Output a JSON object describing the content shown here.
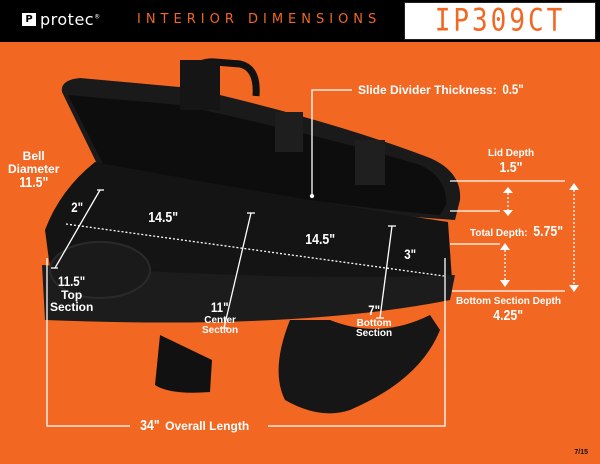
{
  "header": {
    "brand": "protec",
    "brand_mark": "P",
    "registered": "®",
    "title": "INTERIOR DIMENSIONS",
    "model": "IP309CT"
  },
  "colors": {
    "background": "#f26722",
    "header": "#000000",
    "accent": "#f26722",
    "label": "#ffffff"
  },
  "labels": {
    "bell": {
      "line1": "Bell",
      "line2": "Diameter",
      "value": "11.5\""
    },
    "bell_depth": "2\"",
    "top_section": {
      "value": "11.5\"",
      "line1": "Top",
      "line2": "Section"
    },
    "center_section": {
      "value": "11\"",
      "line1": "Center",
      "line2": "Section"
    },
    "bottom_section": {
      "value": "7\"",
      "line1": "Bottom",
      "line2": "Section"
    },
    "length_top": "14.5\"",
    "length_center": "14.5\"",
    "bottom_width": "3\"",
    "slide_divider": {
      "label": "Slide Divider Thickness:",
      "value": "0.5\""
    },
    "lid_depth": {
      "label": "Lid Depth",
      "value": "1.5\""
    },
    "total_depth": {
      "label": "Total Depth:",
      "value": "5.75\""
    },
    "bottom_depth": {
      "label": "Bottom Section Depth",
      "value": "4.25\""
    },
    "overall": {
      "value": "34\"",
      "label": "Overall Length"
    }
  },
  "footer": {
    "page": "7/15"
  }
}
